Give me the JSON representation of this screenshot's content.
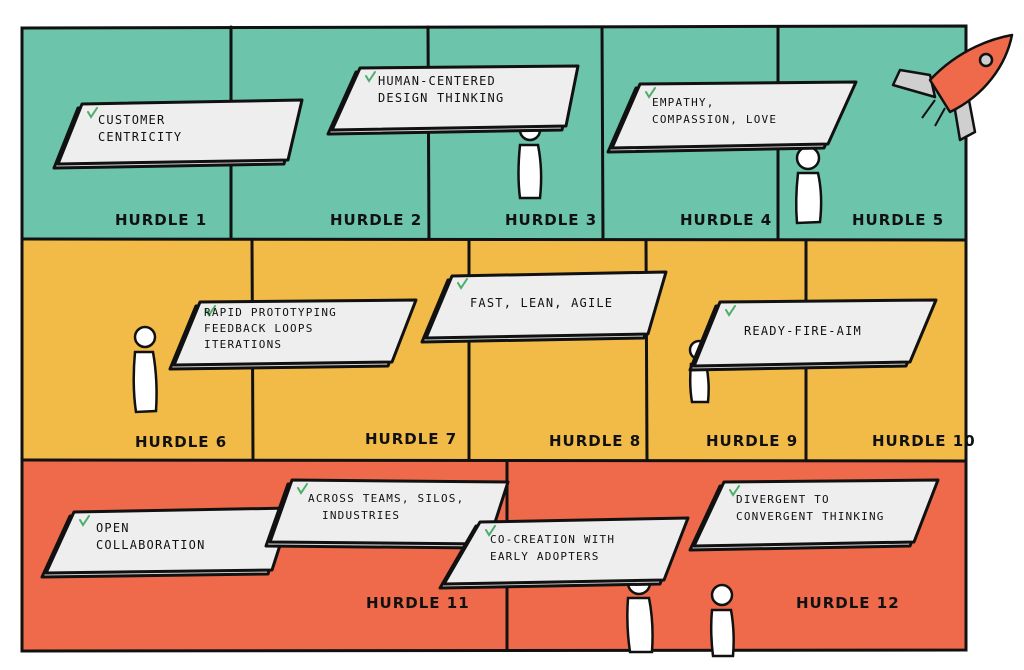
{
  "board": {
    "colors": {
      "teal": "#6cc4aa",
      "yellow": "#f2bb48",
      "red": "#ef6a4a",
      "card": "#eeeeee",
      "ink": "#111111",
      "rocket": "#ef6a4a"
    },
    "hurdles": [
      "HURDLE 1",
      "HURDLE 2",
      "HURDLE 3",
      "HURDLE 4",
      "HURDLE 5",
      "HURDLE 6",
      "HURDLE 7",
      "HURDLE 8",
      "HURDLE 9",
      "HURDLE 10",
      "HURDLE 11",
      "HURDLE 12"
    ],
    "cards": [
      {
        "lines": [
          "CUSTOMER",
          "CENTRICITY"
        ]
      },
      {
        "lines": [
          "HUMAN-CENTERED",
          "DESIGN THINKING"
        ]
      },
      {
        "lines": [
          "EMPATHY,",
          "COMPASSION, LOVE"
        ]
      },
      {
        "lines": [
          "RAPID PROTOTYPING",
          "FEEDBACK LOOPS",
          "ITERATIONS"
        ]
      },
      {
        "lines": [
          "FAST, LEAN, AGILE"
        ]
      },
      {
        "lines": [
          "READY-FIRE-AIM"
        ]
      },
      {
        "lines": [
          "OPEN",
          "COLLABORATION"
        ]
      },
      {
        "lines": [
          "ACROSS TEAMS, SILOS,",
          "INDUSTRIES"
        ]
      },
      {
        "lines": [
          "CO-CREATION WITH",
          "EARLY ADOPTERS"
        ]
      },
      {
        "lines": [
          "DIVERGENT TO",
          "CONVERGENT THINKING"
        ]
      }
    ],
    "icons": [
      "rocket-icon",
      "person-icon"
    ]
  }
}
